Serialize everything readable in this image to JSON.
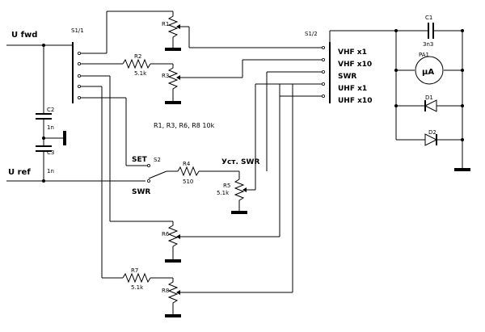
{
  "inputs": {
    "u_fwd": "U fwd",
    "u_ref": "U ref"
  },
  "switch1": {
    "label": "S1/1"
  },
  "switch1_2": {
    "label": "S1/2",
    "positions": [
      "VHF  x1",
      "VHF  x10",
      "SWR",
      "UHF  x1",
      "UHF  x10"
    ]
  },
  "switch2": {
    "label": "S2",
    "set": "SET",
    "swr": "SWR"
  },
  "resistors": {
    "r1": {
      "name": "R1"
    },
    "r2": {
      "name": "R2",
      "value": "5.1k"
    },
    "r3": {
      "name": "R3"
    },
    "r4": {
      "name": "R4",
      "value": "510"
    },
    "r5": {
      "name": "R5",
      "value": "5.1k"
    },
    "r6": {
      "name": "R6"
    },
    "r7": {
      "name": "R7",
      "value": "5.1k"
    },
    "r8": {
      "name": "R8"
    }
  },
  "capacitors": {
    "c1": {
      "name": "C1",
      "value": "3n3"
    },
    "c2": {
      "name": "C2",
      "value": "1n"
    },
    "c3": {
      "name": "C3",
      "value": "1n"
    }
  },
  "diodes": {
    "d1": "D1",
    "d2": "D2"
  },
  "meter": {
    "name": "PA1",
    "symbol": "µA"
  },
  "notes": {
    "pot_values": "R1, R3, R6, R8   10k",
    "swr_adjust": "Уст. SWR"
  }
}
